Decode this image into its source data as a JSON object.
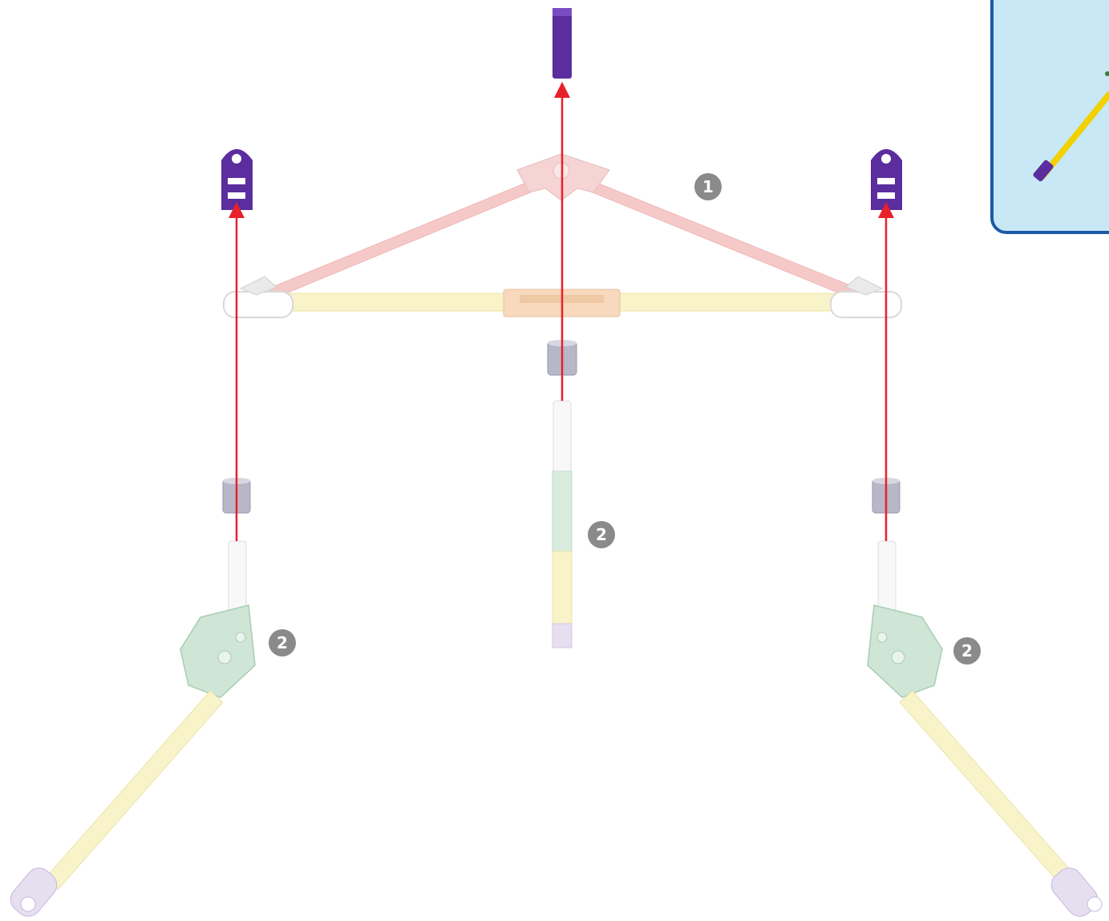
{
  "diagram": {
    "kind": "assembly-instruction",
    "step_badges": [
      {
        "id": "badge-1",
        "label": "1"
      },
      {
        "id": "badge-2-left",
        "label": "2"
      },
      {
        "id": "badge-2-center",
        "label": "2"
      },
      {
        "id": "badge-2-right",
        "label": "2"
      }
    ],
    "colors": {
      "arrow": "#e8202a",
      "badge": "#8a8a8a",
      "purple_part": "#5b2d9e",
      "red_rod": "#f6c9c9",
      "yellow_rod": "#f8f3c9",
      "green_connector": "#cfe5d5",
      "gray_spacer": "#b7b7c8",
      "inset_bg": "#c8e8f6",
      "inset_border": "#1d5aa8"
    }
  }
}
